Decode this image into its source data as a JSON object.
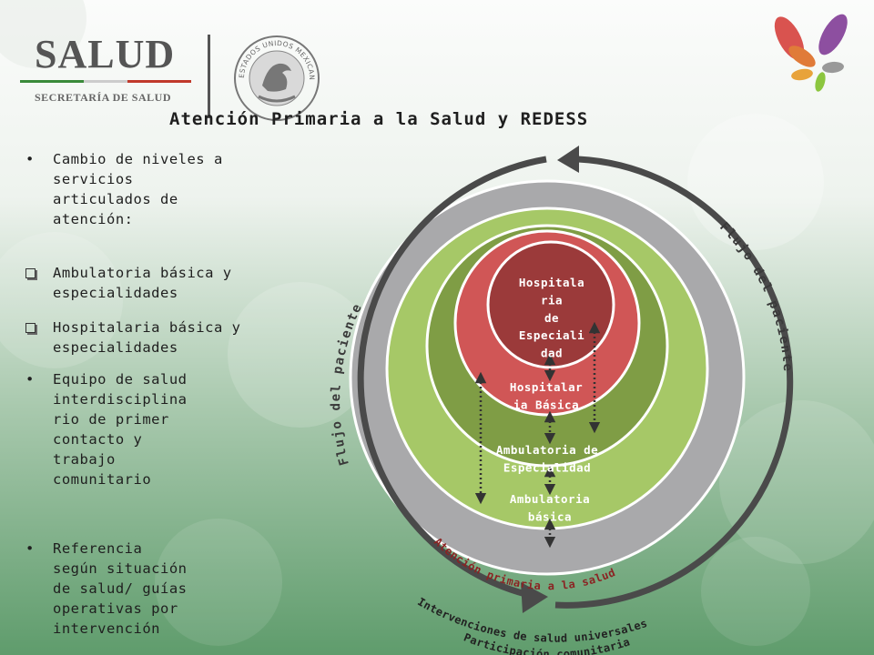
{
  "header": {
    "logo_word": "SALUD",
    "logo_subtitle": "SECRETARÍA DE SALUD",
    "seal_icon": "mexican-coat-of-arms",
    "seal_text": "ESTADOS UNIDOS MEXICANOS"
  },
  "title": "Atención Primaria a la Salud  y REDESS",
  "bullets": [
    {
      "type": "dot",
      "text": "Cambio de niveles a\nservicios\narticulados de\natención:"
    },
    {
      "type": "square",
      "text": "Ambulatoria básica y\nespecialidades"
    },
    {
      "type": "square",
      "text": "Hospitalaria básica y\nespecialidades"
    },
    {
      "type": "dot",
      "text": "Equipo de salud\ninterdisciplina\nrio de primer\ncontacto y\ntrabajo\ncomunitario"
    },
    {
      "type": "dot",
      "text": "Referencia\nsegún situación\nde salud/ guías\noperativas por\nintervención"
    }
  ],
  "diagram": {
    "levels": {
      "hospitalaria_especialidad": "Hospitala\nria\nde\nEspeciali\ndad",
      "hospitalaria_basica": "Hospitalar\nia Básica",
      "ambulatoria_especialidad": "Ambulatoria de\nEspecialidad",
      "ambulatoria_basica": "Ambulatoria\nbásica"
    },
    "arc_labels": {
      "flujo_left": "Flujo del paciente",
      "flujo_right": "Flujo del paciente",
      "atencion_primaria": "Atención primaria a la salud",
      "intervenciones": "Intervenciones de salud universales",
      "participacion": "Participación comunitaria"
    },
    "colors": {
      "outer_gray": "#a9a9ab",
      "light_green": "#a6c867",
      "mid_green": "#7f9d45",
      "red": "#d05656",
      "dark_red": "#9b3a3a",
      "arrow_dark": "#4a4a4a",
      "atencion_text": "#8b2323"
    }
  },
  "theme": {
    "bg_green": "#5f9c6c",
    "bg_light": "#f4f7f3",
    "logo_line_colors": [
      "#3a8a3a",
      "#cccccc",
      "#c0392b"
    ],
    "butterfly_colors": [
      "#d9534f",
      "#e07b39",
      "#8d4fa0",
      "#8cc63f",
      "#e8a33b",
      "#999999"
    ]
  }
}
